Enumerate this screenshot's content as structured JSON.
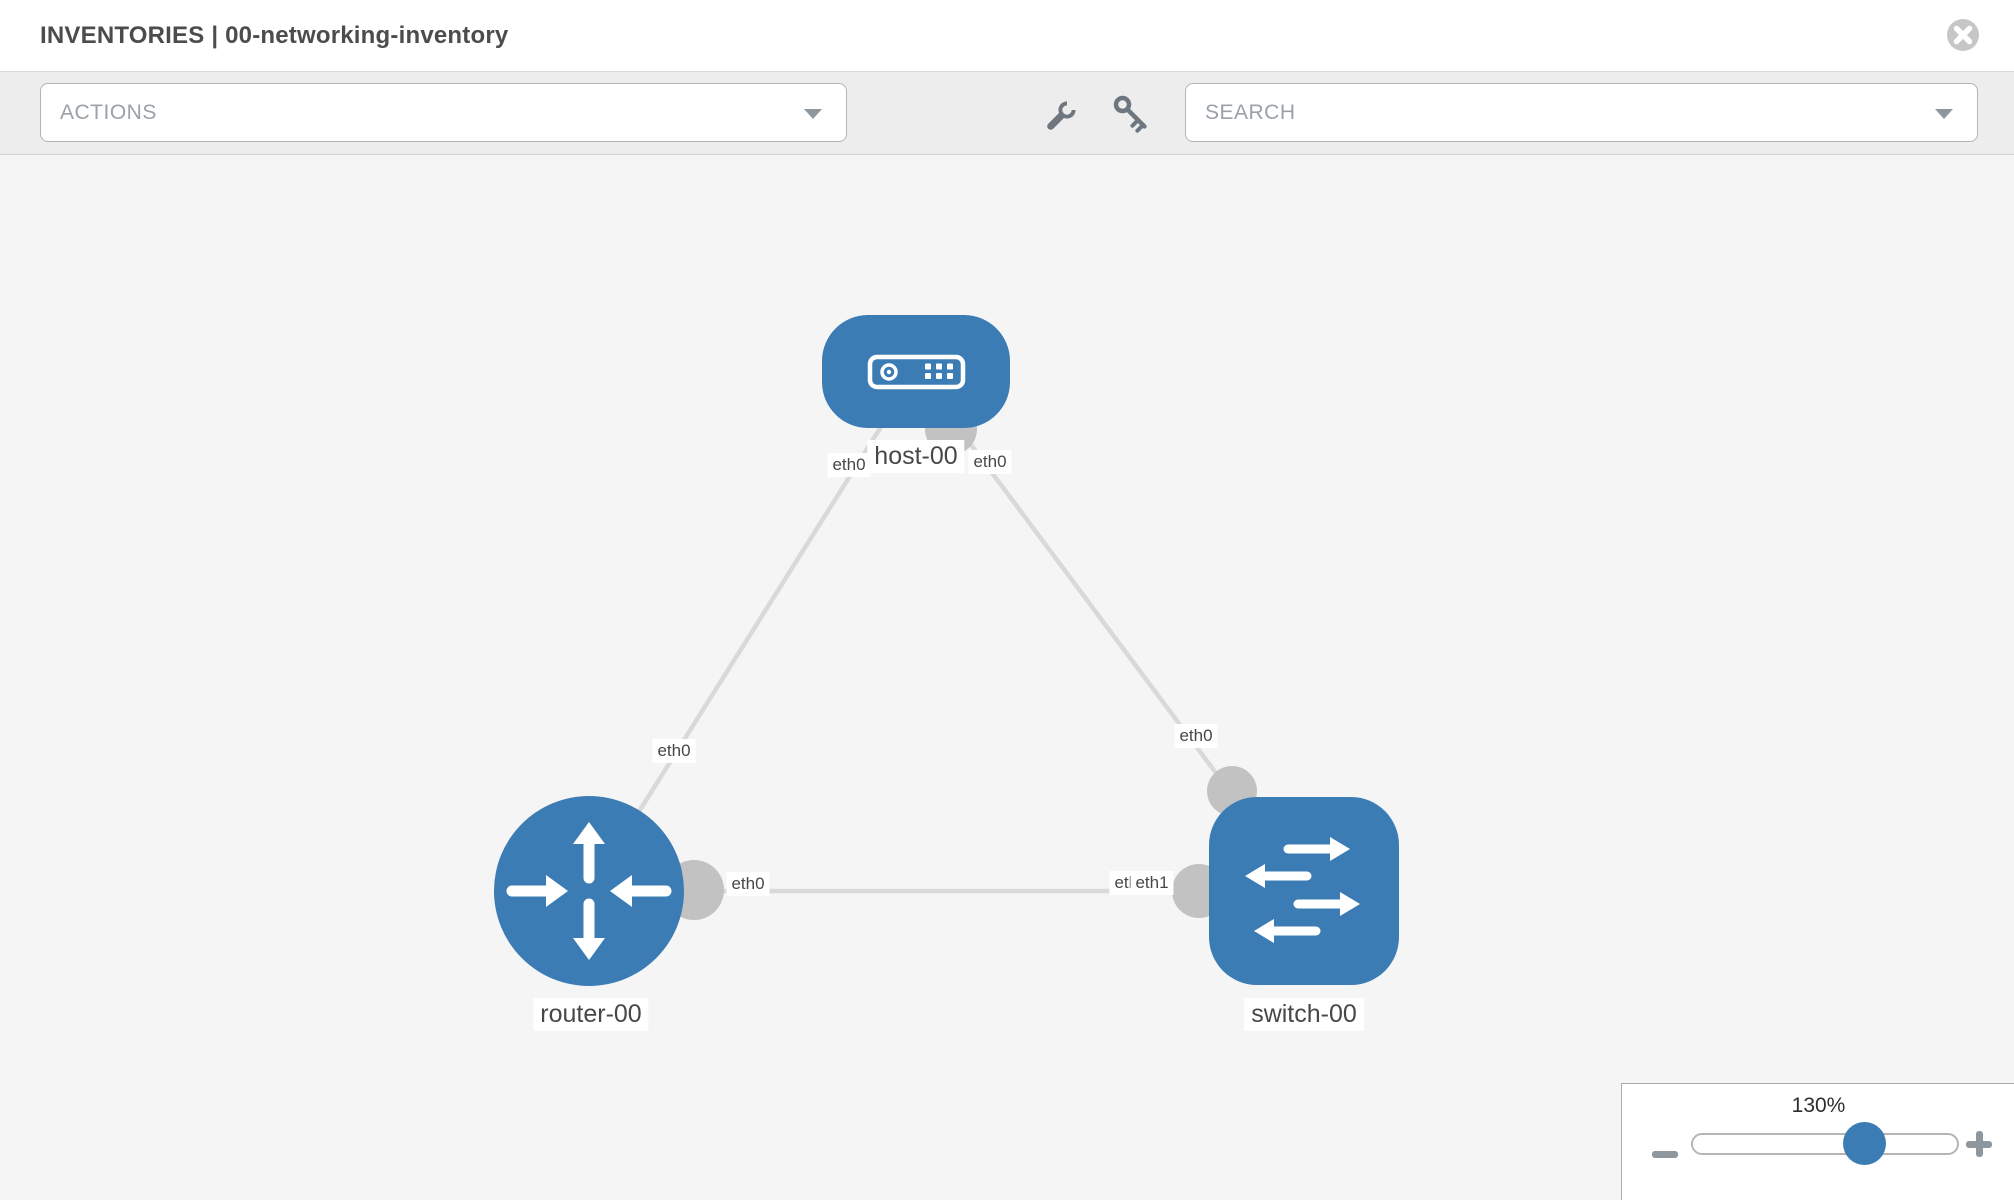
{
  "header": {
    "title": "INVENTORIES | 00-networking-inventory"
  },
  "toolbar": {
    "actions_label": "ACTIONS",
    "search_placeholder": "SEARCH"
  },
  "topology": {
    "nodes": [
      {
        "name": "host-00",
        "type": "host",
        "shape": "rounded-square"
      },
      {
        "name": "router-00",
        "type": "router",
        "shape": "circle"
      },
      {
        "name": "switch-00",
        "type": "switch",
        "shape": "rounded-square"
      }
    ],
    "links": [
      {
        "from": "host-00",
        "to": "router-00",
        "from_interface": "eth0",
        "to_interface": "eth0"
      },
      {
        "from": "host-00",
        "to": "switch-00",
        "from_interface": "eth0",
        "to_interface": "eth0"
      },
      {
        "from": "router-00",
        "to": "switch-00",
        "from_interface": "eth0",
        "to_interface": "eth1"
      }
    ],
    "overlapped_label": {
      "text": "eth0"
    }
  },
  "zoom_control": {
    "level": "130%"
  },
  "icons": {
    "close": "x-circle-icon",
    "tools": [
      "wrench-icon",
      "key-icon"
    ],
    "dropdown": "chevron-down-icon",
    "zoom": [
      "minus-icon",
      "plus-icon"
    ]
  },
  "colors": {
    "node_blue": "#3c7cb5",
    "link_gray": "#d9d9d9",
    "port_gray": "#c2c2c2",
    "canvas_bg": "#f5f5f5",
    "toolbar_bg": "#ededed"
  }
}
